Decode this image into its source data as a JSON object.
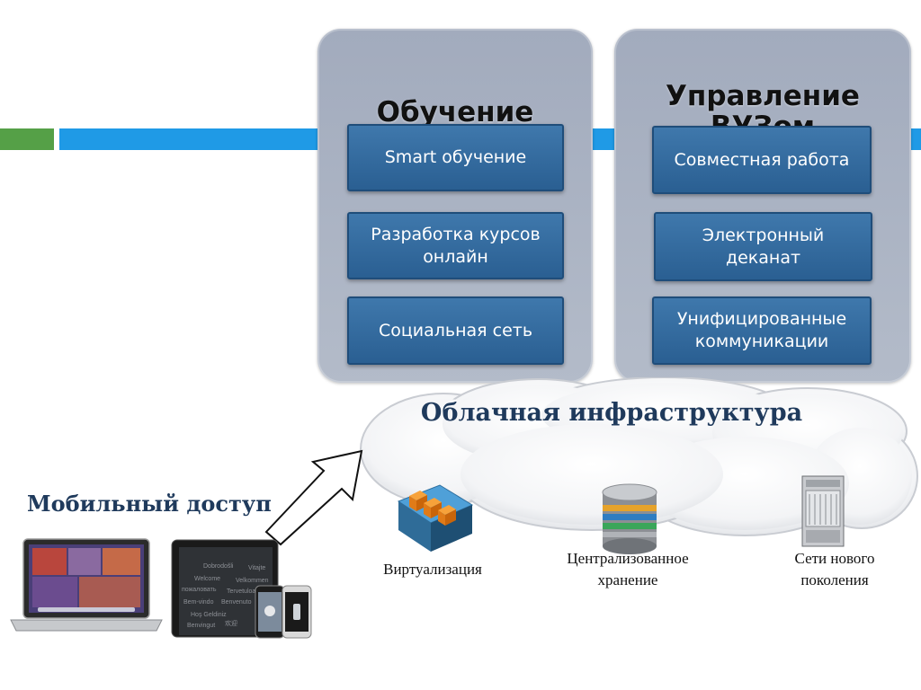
{
  "learning": {
    "title": "Обучение",
    "items": [
      "Smart обучение",
      "Разработка курсов онлайн",
      "Социальная сеть"
    ]
  },
  "management": {
    "title_line1": "Управление",
    "title_line2": "ВУЗом",
    "items": [
      "Совместная работа",
      "Электронный деканат",
      "Унифицированные коммуникации"
    ]
  },
  "cloud": {
    "title": "Облачная инфраструктура"
  },
  "mobile": {
    "title": "Мобильный доступ"
  },
  "infrastructure": {
    "virtualization": "Виртуализация",
    "storage_line1": "Централизованное",
    "storage_line2": "хранение",
    "network_line1": "Сети нового",
    "network_line2": "поколения"
  },
  "colors": {
    "green_bar": "#55a047",
    "blue_bar": "#1f9ae6",
    "box_blue": "#2a5f92",
    "title_navy": "#1f3a5c"
  },
  "icons": [
    "laptop-icon",
    "tablet-icon",
    "smartphone-icon",
    "server-cube-icon",
    "storage-cylinder-icon",
    "network-rack-icon",
    "arrow-icon",
    "cloud-shape"
  ]
}
